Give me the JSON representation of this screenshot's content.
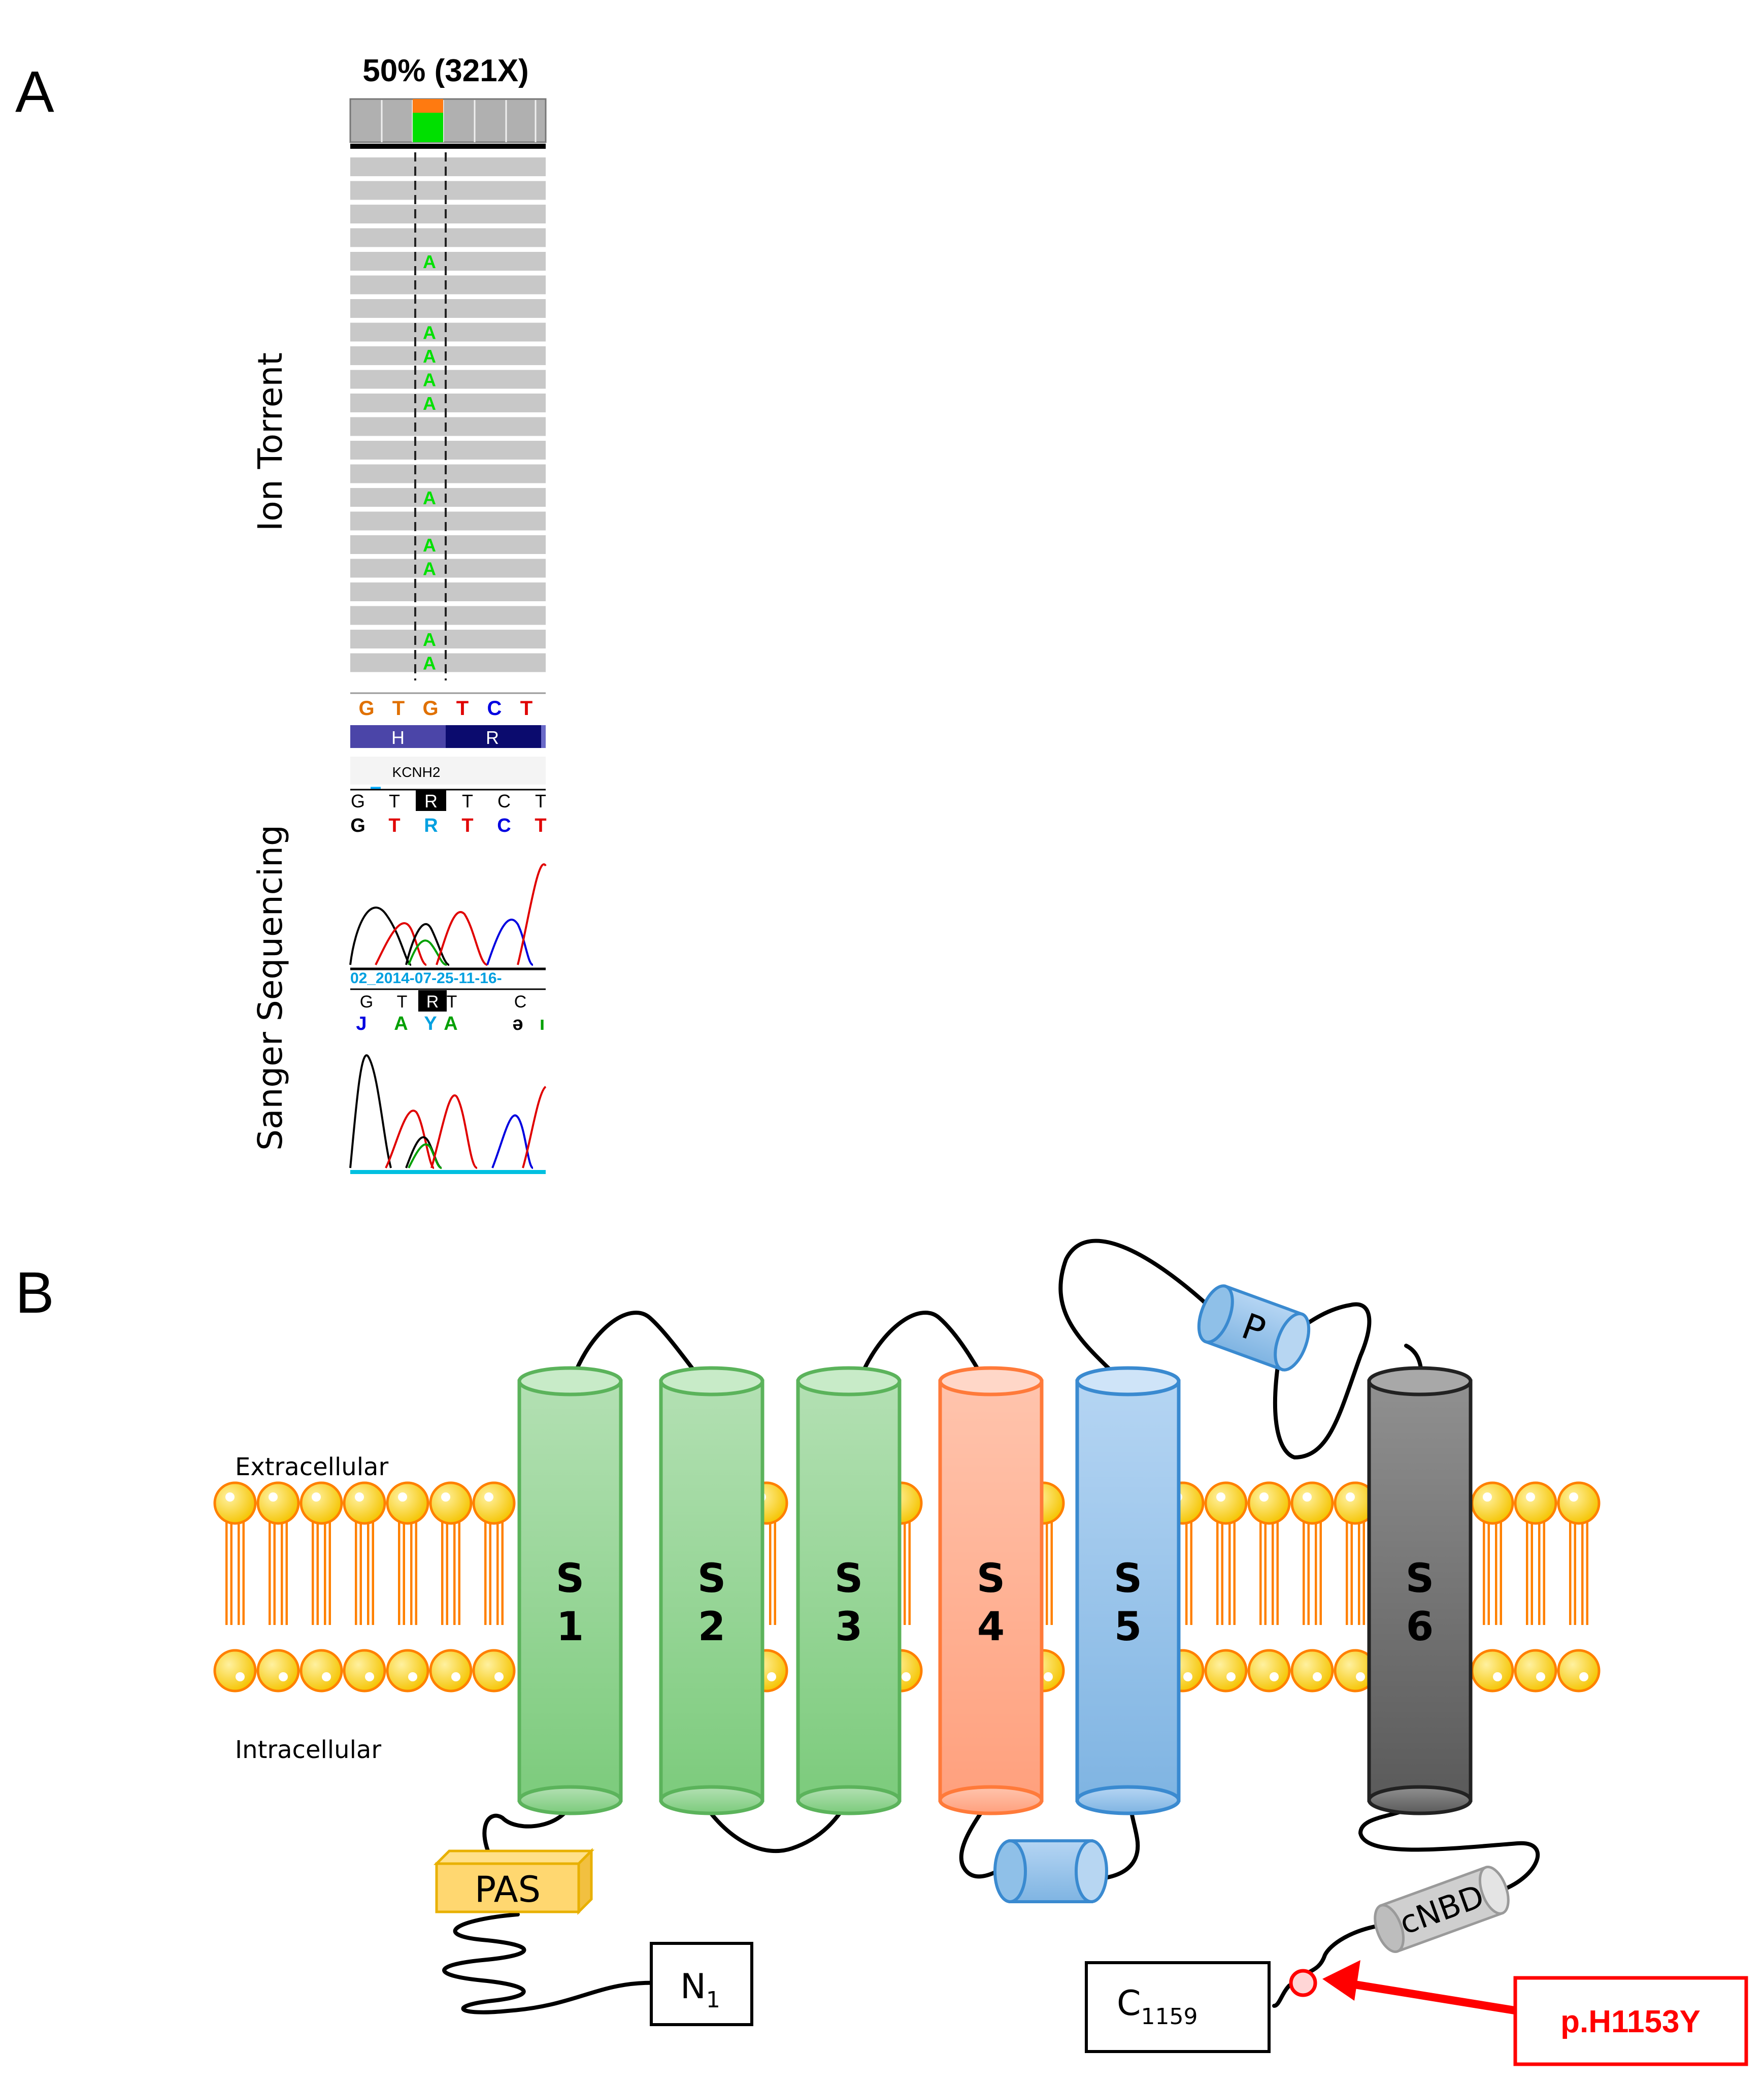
{
  "panel_a": {
    "label": "A",
    "coverage_label": "50% (321X)",
    "ion_torrent_label": "Ion Torrent",
    "sanger_label": "Sanger Sequencing",
    "read_base": "A",
    "reference_bases": [
      "G",
      "T",
      "G",
      "T",
      "C",
      "T"
    ],
    "amino_acids": [
      "H",
      "R"
    ],
    "gene_label": "KCNH2",
    "sanger1_bases": [
      "G",
      "T",
      "R",
      "T",
      "C",
      "T"
    ],
    "sanger1_calls": [
      "G",
      "T",
      "R",
      "T",
      "C",
      "T"
    ],
    "sanger2_file": "02_2014-07-25-11-16-",
    "sanger2_bases": [
      "G",
      "T",
      "R",
      "T",
      "C"
    ],
    "sanger2_calls": [
      "J",
      "A",
      "Y",
      "A",
      "ə",
      "ı"
    ]
  },
  "panel_b": {
    "label": "B",
    "extracellular_label": "Extracellular",
    "intracellular_label": "Intracellular",
    "segments": [
      {
        "id": "s1",
        "line1": "S",
        "line2": "1"
      },
      {
        "id": "s2",
        "line1": "S",
        "line2": "2"
      },
      {
        "id": "s3",
        "line1": "S",
        "line2": "3"
      },
      {
        "id": "s4",
        "line1": "S",
        "line2": "4"
      },
      {
        "id": "s5",
        "line1": "S",
        "line2": "5"
      },
      {
        "id": "s6",
        "line1": "S",
        "line2": "6"
      }
    ],
    "pore_label": "P",
    "pas_label": "PAS",
    "cnbd_label": "cNBD",
    "n_term": {
      "letter": "N",
      "sub": "1"
    },
    "c_term": {
      "letter": "C",
      "sub": "1159"
    },
    "mutation_label": "p.H1153Y"
  },
  "colors": {
    "read_gray": "#c8c8c8",
    "variant_green": "#00e000",
    "variant_orange": "#ff7a10",
    "green_helix": "#8fd08f",
    "orange_helix": "#ffaa88",
    "blue_helix": "#8fc0e8",
    "gray_helix": "#6a6a6a",
    "lipid_head": "#ffd21a",
    "lipid_tail": "#ff8000",
    "mutation_red": "#ff0000"
  }
}
